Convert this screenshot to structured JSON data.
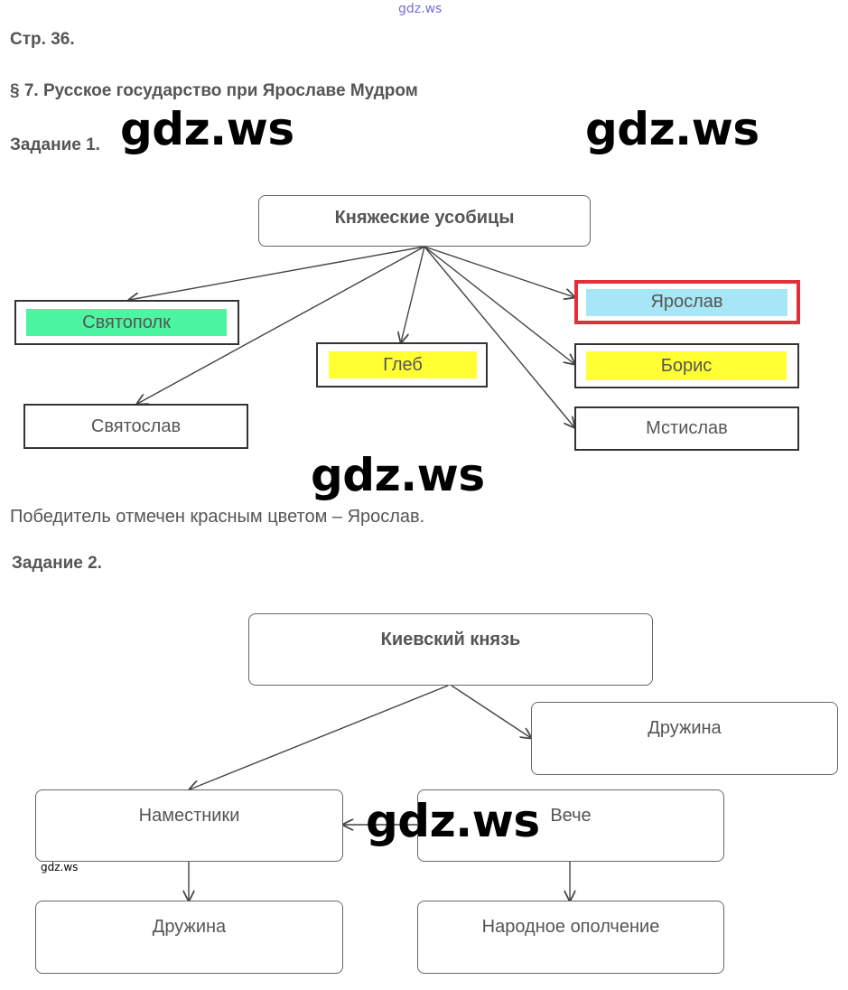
{
  "watermarks": {
    "top": "gdz.ws",
    "big1": "gdz.ws",
    "big2": "gdz.ws",
    "big3": "gdz.ws",
    "big4": "gdz.ws",
    "small": "gdz.ws"
  },
  "page": {
    "page_label": "Стр. 36.",
    "section_title": "§ 7. Русское государство при Ярославе Мудром"
  },
  "task1": {
    "label": "Задание 1.",
    "root": "Княжеские усобицы",
    "nodes": {
      "svyatopolk": "Святополк",
      "gleb": "Глеб",
      "svyatoslav": "Святослав",
      "yaroslav": "Ярослав",
      "boris": "Борис",
      "mstislav": "Мстислав"
    },
    "colors": {
      "svyatopolk": "#4cf5a0",
      "gleb": "#ffff33",
      "yaroslav_fill": "#a6e6f6",
      "yaroslav_border": "#e2303a",
      "boris": "#ffff33"
    },
    "note": "Победитель отмечен красным цветом – Ярослав."
  },
  "task2": {
    "label": "Задание 2.",
    "root": "Киевский князь",
    "nodes": {
      "druzhina_top": "Дружина",
      "namestniki": "Наместники",
      "veche": "Вече",
      "druzhina_bottom": "Дружина",
      "narodnoe": "Народное ополчение"
    }
  }
}
